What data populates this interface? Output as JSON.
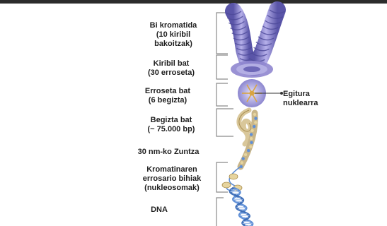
{
  "colors": {
    "bar": "#2c2c2c",
    "bracket": "#8a8a8a",
    "chromatid": "#8f86cf",
    "chromatid_dark": "#4e4a9a",
    "rosette": "#b7b3e6",
    "loop": "#d9c79a",
    "fiber": "#c9b68a",
    "dna": "#5f8fd6"
  },
  "labels": {
    "chromatids": [
      "Bi kromatida",
      "(10 kiribil",
      "bakoitzak)"
    ],
    "coil": [
      "Kiribil bat",
      "(30 erroseta)"
    ],
    "rosette": [
      "Erroseta bat",
      "(6 begizta)"
    ],
    "loop": [
      "Begizta bat",
      "(~ 75.000 bp)"
    ],
    "fiber": [
      "30 nm-ko Zuntza"
    ],
    "beads": [
      "Kromatinaren",
      "errosario bihiak",
      "(nukleosomak)"
    ],
    "dna": [
      "DNA"
    ],
    "scaffold": [
      "Egitura",
      "nuklearra"
    ]
  }
}
